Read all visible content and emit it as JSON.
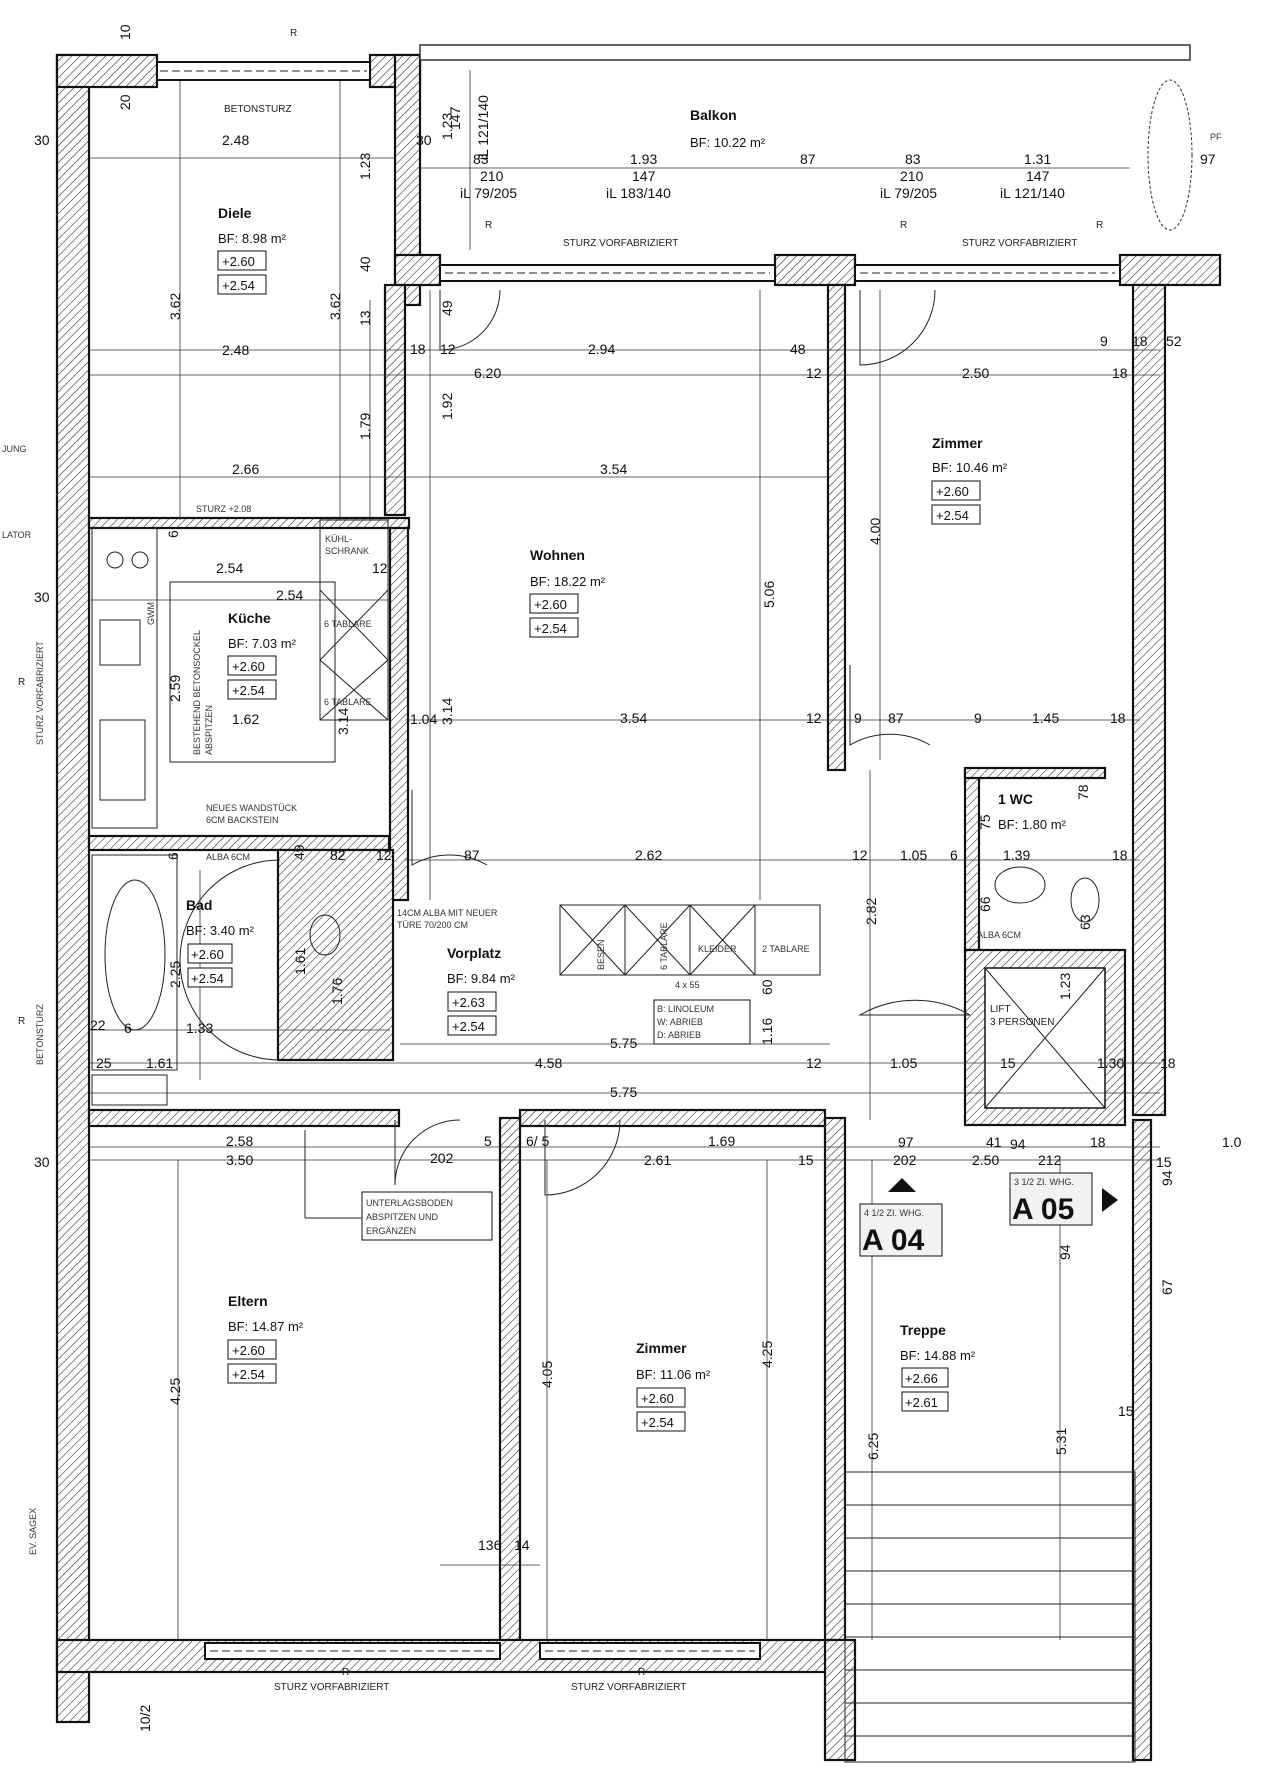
{
  "rooms": [
    {
      "name": "Diele",
      "area": "BF: 8.98 m²",
      "lv1": "+2.60",
      "lv2": "+2.54"
    },
    {
      "name": "Balkon",
      "area": "BF: 10.22 m²"
    },
    {
      "name": "Wohnen",
      "area": "BF: 18.22 m²",
      "lv1": "+2.60",
      "lv2": "+2.54"
    },
    {
      "name": "Zimmer",
      "area": "BF: 10.46 m²",
      "lv1": "+2.60",
      "lv2": "+2.54"
    },
    {
      "name": "Küche",
      "area": "BF: 7.03 m²",
      "lv1": "+2.60",
      "lv2": "+2.54"
    },
    {
      "name": "Bad",
      "area": "BF: 3.40 m²",
      "lv1": "+2.60",
      "lv2": "+2.54"
    },
    {
      "name": "Vorplatz",
      "area": "BF: 9.84 m²",
      "lv1": "+2.63",
      "lv2": "+2.54"
    },
    {
      "name": "1 WC",
      "area": "BF: 1.80 m²"
    },
    {
      "name": "Eltern",
      "area": "BF: 14.87 m²",
      "lv1": "+2.60",
      "lv2": "+2.54"
    },
    {
      "name": "Zimmer",
      "area": "BF: 11.06 m²",
      "lv1": "+2.60",
      "lv2": "+2.54"
    },
    {
      "name": "Treppe",
      "area": "BF: 14.88 m²",
      "lv1": "+2.66",
      "lv2": "+2.61"
    }
  ],
  "units": [
    {
      "sub": "4 1/2 ZI. WHG.",
      "code": "A 04"
    },
    {
      "sub": "3 1/2 ZI. WHG.",
      "code": "A 05"
    }
  ],
  "notes": {
    "betonsturz": "BETONSTURZ",
    "sturz_vorfab": "STURZ VORFABRIZIERT",
    "sturz_208": "STURZ +2.08",
    "kuehlschrank_1": "KÜHL-",
    "kuehlschrank_2": "SCHRANK",
    "tablare": "6 TABLARE",
    "gwm": "GWM",
    "betonsockel_1": "BESTEHEND BETONSOCKEL",
    "betonsockel_2": "ABSPITZEN",
    "wandstueck_1": "NEUES WANDSTÜCK",
    "wandstueck_2": "6CM BACKSTEIN",
    "alba": "ALBA 6CM",
    "alba_tuere_1": "14CM ALBA MIT NEUER",
    "alba_tuere_2": "TÜRE 70/200 CM",
    "besen": "BESEN",
    "kleider": "KLEIDER",
    "tablare2": "2 TABLARE",
    "fourx55": "4 x 55",
    "floor_b": "B:   LINOLEUM",
    "floor_w": "W:   ABRIEB",
    "floor_d": "D:   ABRIEB",
    "lift_1": "LIFT",
    "lift_2": "3 PERSONEN",
    "unterlag_1": "UNTERLAGSBODEN",
    "unterlag_2": "ABSPITZEN UND",
    "unterlag_3": "ERGÄNZEN",
    "sagex": "EV. SAGEX",
    "r": "R",
    "edge_lator": "LATOR",
    "edge_jung": "JUNG",
    "edge_pf": "PF",
    "sturz_side": "STURZ VORFABRIZIERT",
    "betonsturz_side": "BETONSTURZ"
  },
  "window_labels": [
    {
      "l1": "83",
      "l2": "210",
      "l3": "iL 79/205"
    },
    {
      "l1": "1.93",
      "l2": "147",
      "l3": "iL 183/140"
    },
    {
      "l1": "83",
      "l2": "210",
      "l3": "iL 79/205"
    },
    {
      "l1": "1.31",
      "l2": "147",
      "l3": "iL 121/140"
    }
  ],
  "dims": {
    "d_2_48a": "2.48",
    "d_2_48b": "2.48",
    "d_3_62a": "3.62",
    "d_3_62b": "3.62",
    "d_2_66": "2.66",
    "d_2_54a": "2.54",
    "d_2_54b": "2.54",
    "d_2_59": "2.59",
    "d_1_62": "1.62",
    "d_6_20": "6.20",
    "d_2_94": "2.94",
    "d_48": "48",
    "d_3_54a": "3.54",
    "d_3_54b": "3.54",
    "d_5_06": "5.06",
    "d_2_62": "2.62",
    "d_87a": "87",
    "d_87b": "87",
    "d_2_50": "2.50",
    "d_4_00": "4.00",
    "d_1_45": "1.45",
    "d_1_05a": "1.05",
    "d_1_05b": "1.05",
    "d_1_39": "1.39",
    "d_2_82": "2.82",
    "d_1_23": "1.23",
    "d_1_30": "1.30",
    "d_5_75a": "5.75",
    "d_5_75b": "5.75",
    "d_4_58": "4.58",
    "d_1_16": "1.16",
    "d_1_33": "1.33",
    "d_1_61": "1.61",
    "d_2_25": "2.25",
    "d_1_76": "1.76",
    "d_2_58": "2.58",
    "d_3_50": "3.50",
    "d_2_61": "2.61",
    "d_1_69": "1.69",
    "d_202a": "202",
    "d_202b": "202",
    "d_212": "212",
    "d_2_50b": "2.50",
    "d_4_25a": "4.25",
    "d_4_05": "4.05",
    "d_4_25b": "4.25",
    "d_6_25": "6.25",
    "d_5_31": "5.31",
    "d_136": "136",
    "d_1_79": "1.79",
    "d_1_92": "1.92",
    "d_3_14a": "3.14",
    "d_3_14b": "3.14",
    "d_1_04": "1.04",
    "d_1_23b": "1.23",
    "d_1_23c": "1.23",
    "d_147": "147",
    "d_il121": "iL 121/140",
    "d_97": "97",
    "d_94": "94",
    "d_30": "30",
    "d_12": "12",
    "d_18": "18",
    "d_15": "15",
    "d_52": "52",
    "d_9": "9",
    "d_10": "10",
    "d_20": "20",
    "d_40": "40",
    "d_49": "49",
    "d_13": "13",
    "d_22": "22",
    "d_25": "25",
    "d_6": "6",
    "d_82": "82",
    "d_5": "5",
    "d_41": "41",
    "d_14": "14",
    "d_1_0": "1.0",
    "d_67": "67",
    "d_60": "60",
    "d_78": "78",
    "d_75": "75",
    "d_66": "66",
    "d_63": "63",
    "d_10_2": "10/2",
    "d_6_5": "6/ 5"
  }
}
